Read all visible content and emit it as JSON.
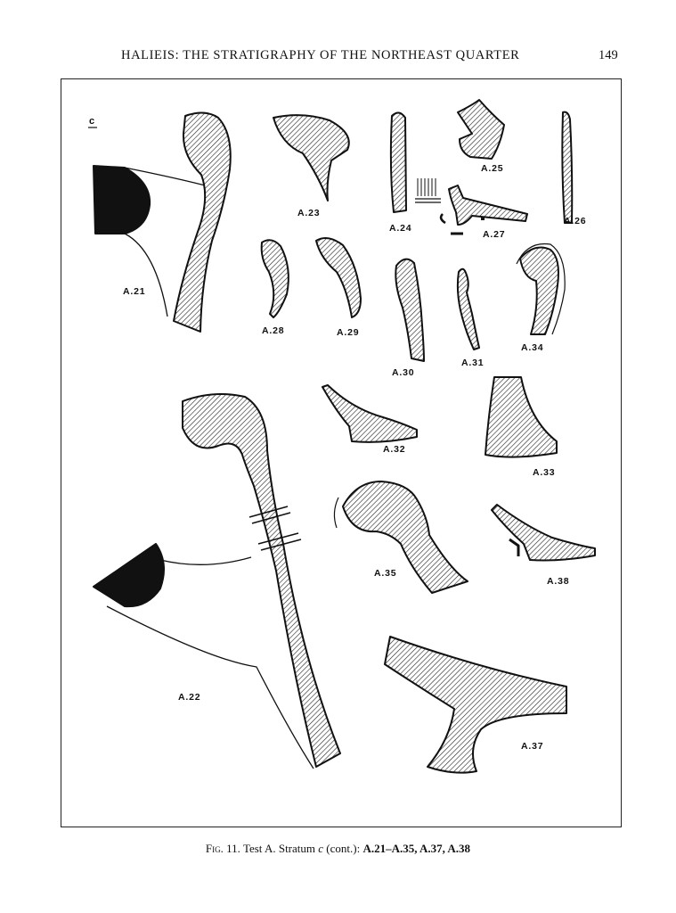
{
  "header": {
    "title": "HALIEIS: THE STRATIGRAPHY OF THE NORTHEAST QUARTER",
    "page_number": "149"
  },
  "figure": {
    "stratum_letter": "c",
    "profile_labels": {
      "a21": "A.21",
      "a22": "A.22",
      "a23": "A.23",
      "a24": "A.24",
      "a25": "A.25",
      "a26": "A.26",
      "a27": "A.27",
      "a28": "A.28",
      "a29": "A.29",
      "a30": "A.30",
      "a31": "A.31",
      "a32": "A.32",
      "a33": "A.33",
      "a34": "A.34",
      "a35": "A.35",
      "a37": "A.37",
      "a38": "A.38"
    }
  },
  "caption": {
    "label": "Fig. 11.",
    "prefix": "Test A. Stratum",
    "stratum": "c",
    "suffix": "(cont.):",
    "items": "A.21–A.35, A.37, A.38"
  }
}
